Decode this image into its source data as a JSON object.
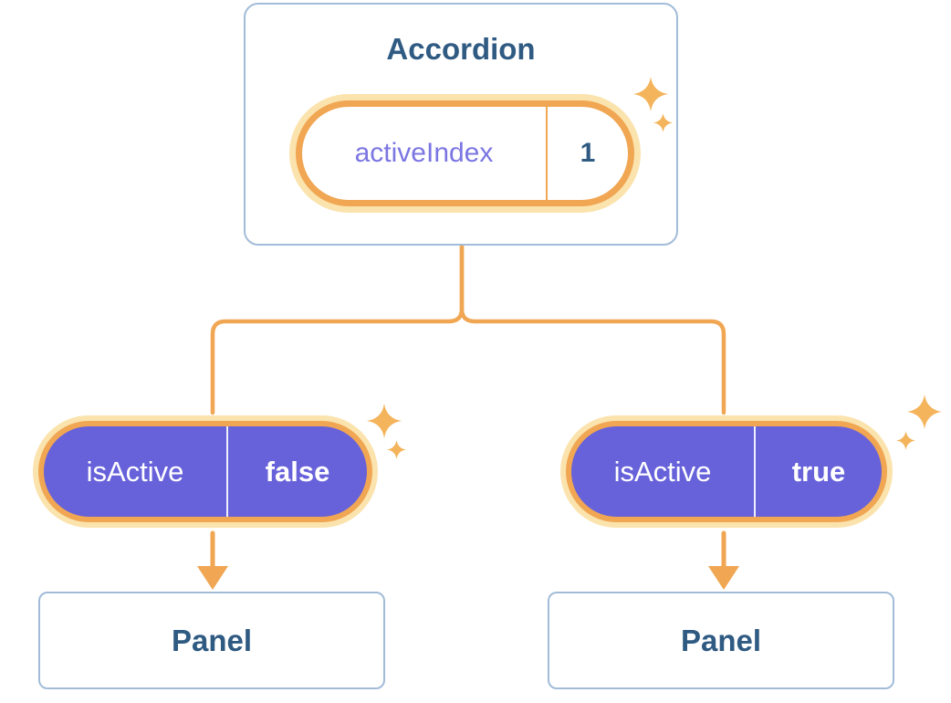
{
  "diagram": {
    "accordion": {
      "title": "Accordion",
      "state_pill": {
        "label": "activeIndex",
        "value": "1"
      }
    },
    "left_branch": {
      "prop_pill": {
        "label": "isActive",
        "value": "false"
      },
      "panel": {
        "title": "Panel"
      }
    },
    "right_branch": {
      "prop_pill": {
        "label": "isActive",
        "value": "true"
      },
      "panel": {
        "title": "Panel"
      }
    },
    "icons": {
      "sparkle": "four-pointed-star"
    },
    "colors": {
      "background": "#ffffff",
      "accent_orange": "#f0a652",
      "glow_orange": "#fbe3ad",
      "sparkle_gold": "#f4b45c",
      "purple_fill": "#6762da",
      "purple_label": "#7b76e2",
      "navy_text": "#2f5a82",
      "card_border": "#a2bcd8",
      "pill_divider_light": "#f0a652",
      "pill_divider_dark": "#ffffff"
    }
  }
}
